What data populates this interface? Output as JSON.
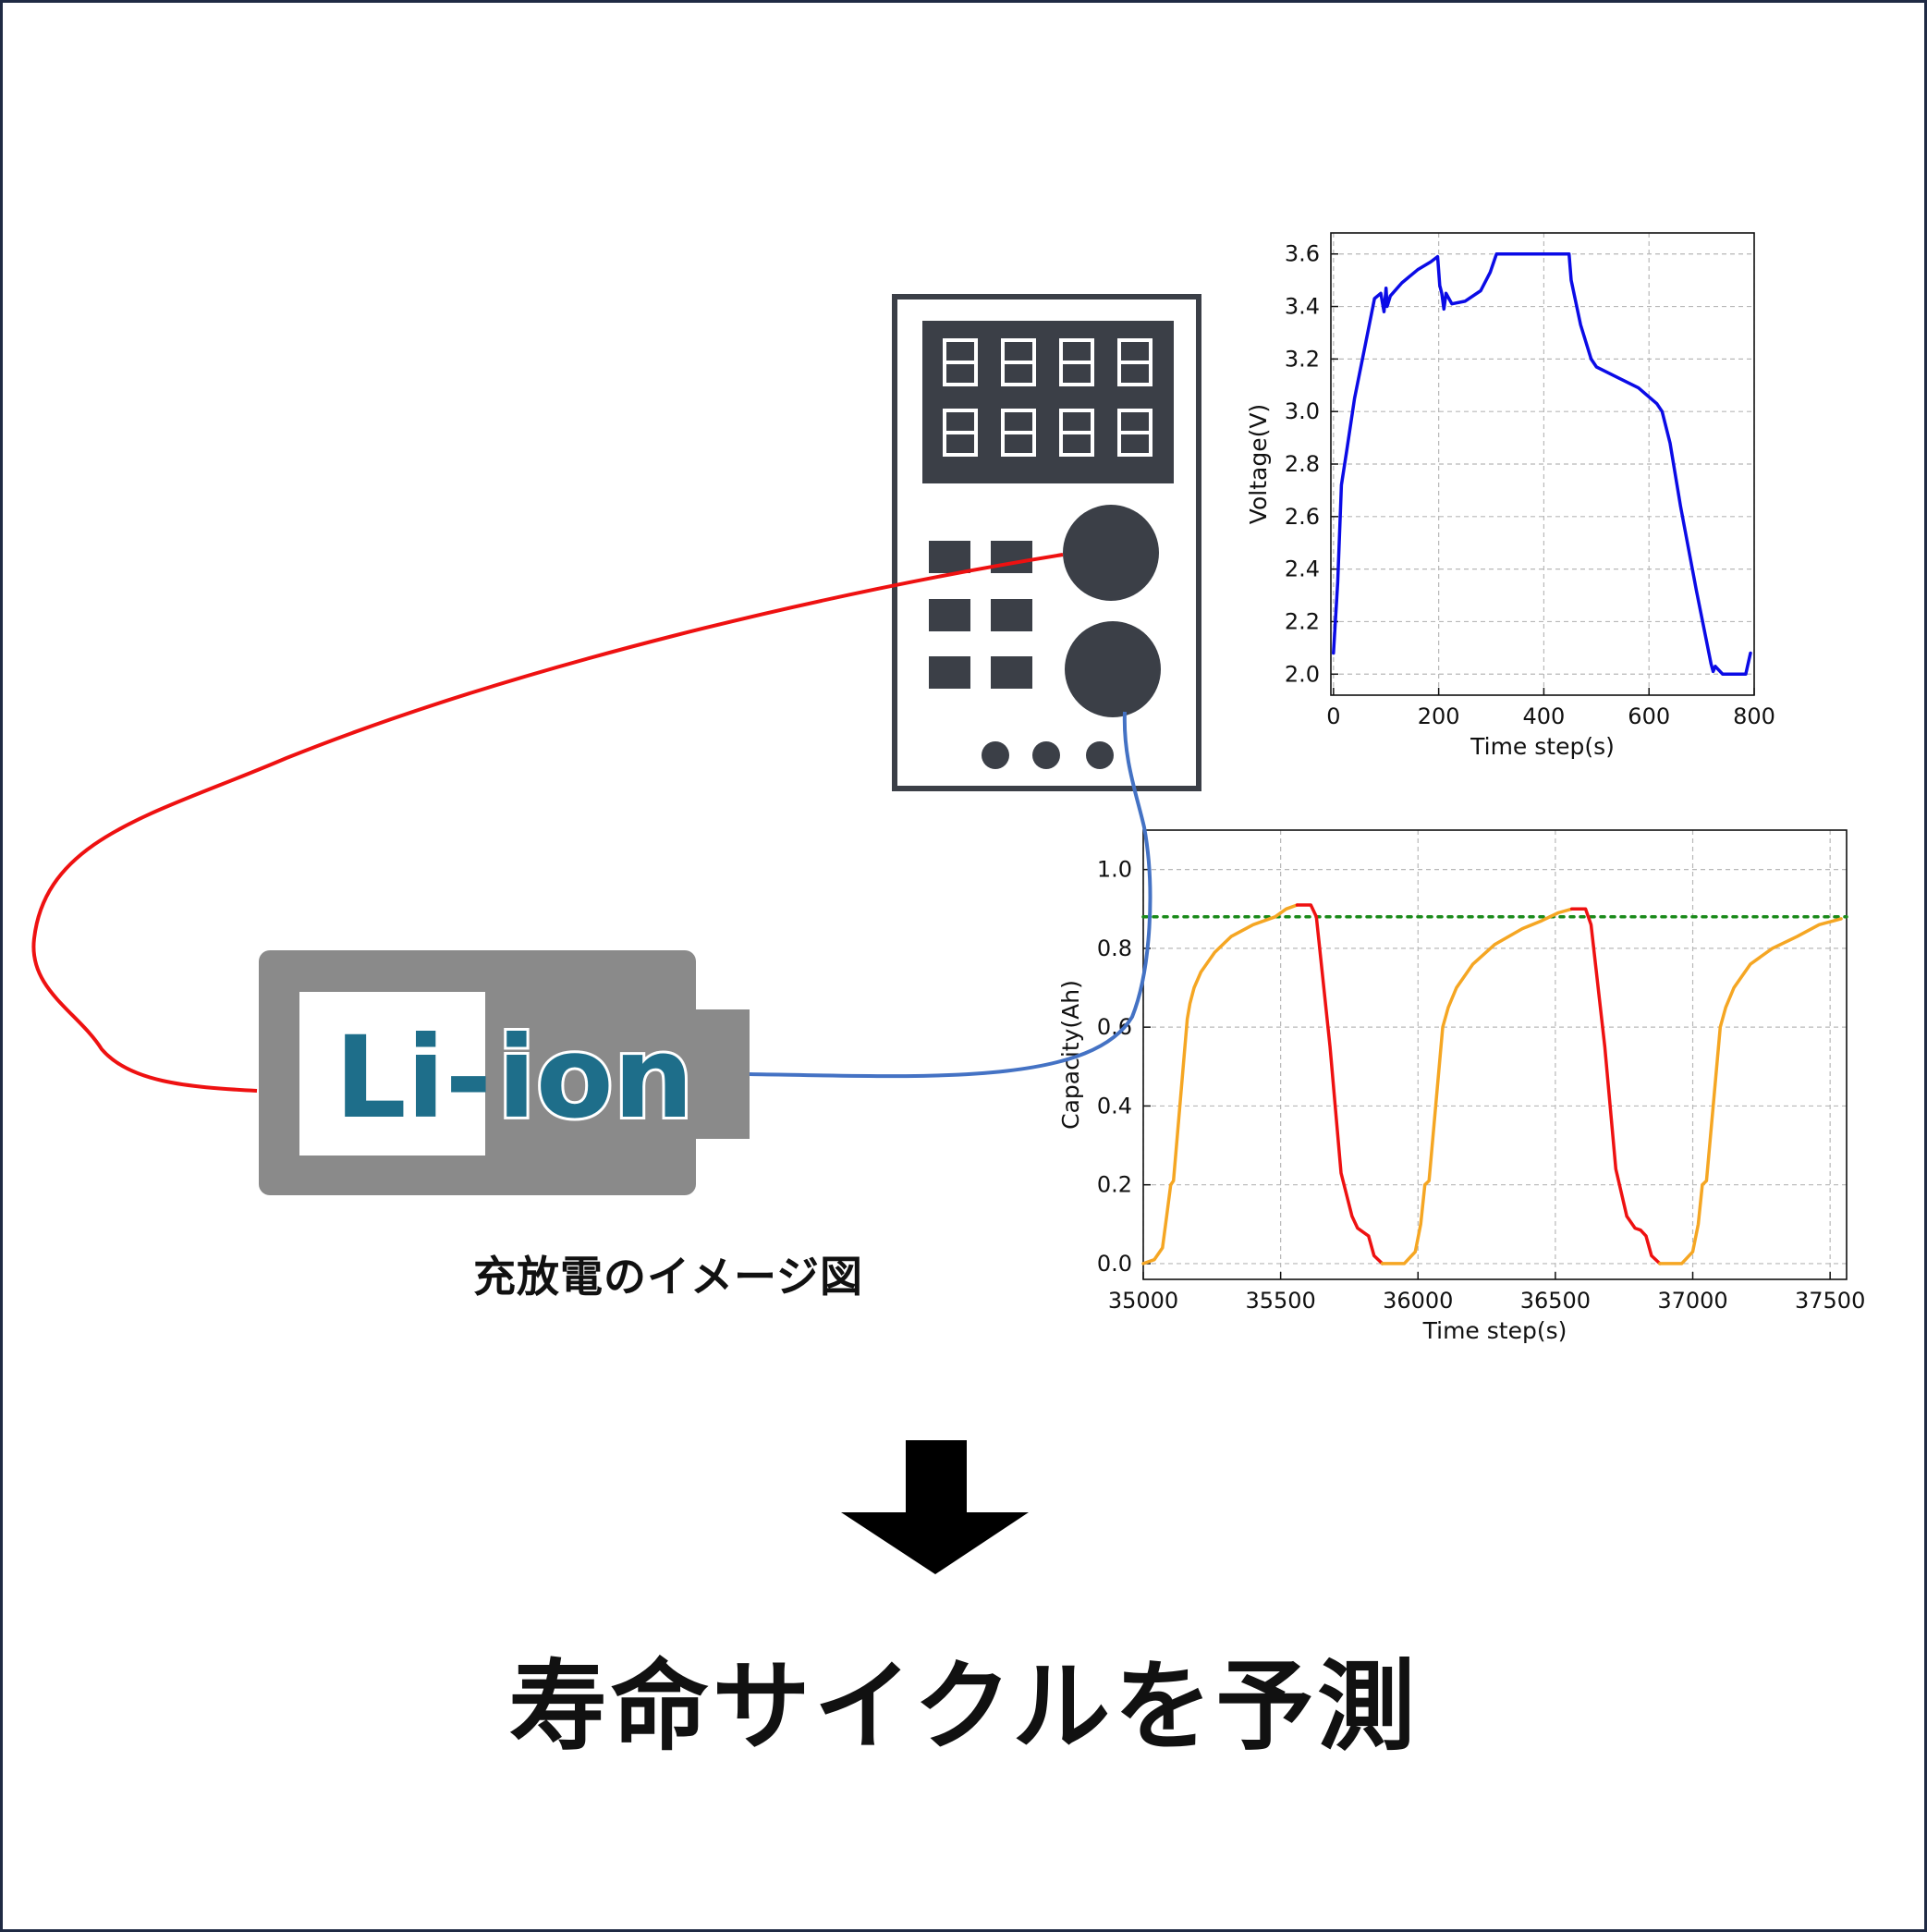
{
  "caption": "充放電のイメージ図",
  "headline": "寿命サイクルを予測",
  "battery": {
    "label_left": "Li-",
    "label_right": "ion"
  },
  "icons": {
    "device": "charger-discharger-icon",
    "battery": "battery-icon",
    "arrow": "arrow-down-icon"
  },
  "colors": {
    "frame": "#1f2a44",
    "device": "#3b3f47",
    "battery": "#8a8a8a",
    "battery_text": "#1e6e8a",
    "red_wire": "#ee1111",
    "blue_wire": "#4472c4",
    "voltage_line": "#0b0be6",
    "charge_line": "#f5a623",
    "discharge_line": "#ee1111",
    "threshold_line": "#1a8a1a"
  },
  "chart_data": [
    {
      "type": "line",
      "xlabel": "Time step(s)",
      "ylabel": "Voltage(V)",
      "xlim": [
        -5,
        800
      ],
      "ylim": [
        1.92,
        3.68
      ],
      "xticks": [
        0,
        200,
        400,
        600,
        800
      ],
      "yticks": [
        2.0,
        2.2,
        2.4,
        2.6,
        2.8,
        3.0,
        3.2,
        3.4,
        3.6
      ],
      "grid": true,
      "series": [
        {
          "color": "#0b0be6",
          "x": [
            0,
            8,
            15,
            25,
            40,
            60,
            78,
            90,
            96,
            100,
            102,
            108,
            130,
            160,
            185,
            198,
            202,
            206,
            210,
            214,
            225,
            250,
            280,
            298,
            310,
            350,
            400,
            440,
            448,
            452,
            470,
            490,
            500,
            540,
            580,
            615,
            625,
            640,
            660,
            690,
            718,
            722,
            726,
            740,
            770,
            784,
            793
          ],
          "y": [
            2.08,
            2.35,
            2.72,
            2.85,
            3.05,
            3.25,
            3.43,
            3.45,
            3.38,
            3.47,
            3.4,
            3.44,
            3.49,
            3.54,
            3.57,
            3.59,
            3.48,
            3.45,
            3.39,
            3.45,
            3.41,
            3.42,
            3.46,
            3.53,
            3.6,
            3.6,
            3.6,
            3.6,
            3.6,
            3.5,
            3.33,
            3.2,
            3.17,
            3.13,
            3.09,
            3.03,
            3.0,
            2.88,
            2.64,
            2.32,
            2.04,
            2.01,
            2.03,
            2.0,
            2.0,
            2.0,
            2.08
          ]
        }
      ]
    },
    {
      "type": "line",
      "xlabel": "Time step(s)",
      "ylabel": "Capacity(Ah)",
      "xlim": [
        35000,
        37560
      ],
      "ylim": [
        -0.04,
        1.1
      ],
      "xticks": [
        35000,
        35500,
        36000,
        36500,
        37000,
        37500
      ],
      "yticks": [
        0.0,
        0.2,
        0.4,
        0.6,
        0.8,
        1.0
      ],
      "grid": true,
      "threshold": 0.88,
      "series": [
        {
          "name": "charge",
          "color": "#f5a623",
          "x": [
            35000,
            35040,
            35070,
            35085,
            35100,
            35110,
            35160,
            35170,
            35185,
            35210,
            35260,
            35320,
            35400,
            35480,
            35520,
            35560
          ],
          "y": [
            0.0,
            0.01,
            0.04,
            0.12,
            0.2,
            0.21,
            0.62,
            0.66,
            0.7,
            0.74,
            0.79,
            0.83,
            0.86,
            0.88,
            0.9,
            0.91
          ]
        },
        {
          "name": "discharge",
          "color": "#ee1111",
          "x": [
            35560,
            35610,
            35630,
            35680,
            35720,
            35760,
            35780,
            35800,
            35820,
            35840,
            35870
          ],
          "y": [
            0.91,
            0.91,
            0.88,
            0.55,
            0.23,
            0.12,
            0.09,
            0.08,
            0.07,
            0.02,
            0.0
          ]
        },
        {
          "name": "charge",
          "color": "#f5a623",
          "x": [
            35870,
            35950,
            35990,
            36010,
            36025,
            36040,
            36090,
            36110,
            36140,
            36200,
            36280,
            36380,
            36450,
            36510,
            36560
          ],
          "y": [
            0.0,
            0.0,
            0.03,
            0.1,
            0.2,
            0.21,
            0.6,
            0.65,
            0.7,
            0.76,
            0.81,
            0.85,
            0.87,
            0.89,
            0.9
          ]
        },
        {
          "name": "discharge",
          "color": "#ee1111",
          "x": [
            36560,
            36610,
            36630,
            36680,
            36720,
            36760,
            36790,
            36810,
            36830,
            36850,
            36880
          ],
          "y": [
            0.9,
            0.9,
            0.86,
            0.55,
            0.24,
            0.12,
            0.09,
            0.085,
            0.07,
            0.02,
            0.0
          ]
        },
        {
          "name": "charge",
          "color": "#f5a623",
          "x": [
            36880,
            36960,
            37000,
            37020,
            37035,
            37050,
            37100,
            37120,
            37150,
            37210,
            37290,
            37380,
            37460,
            37540
          ],
          "y": [
            0.0,
            0.0,
            0.03,
            0.1,
            0.2,
            0.21,
            0.6,
            0.65,
            0.7,
            0.76,
            0.8,
            0.83,
            0.86,
            0.875
          ]
        }
      ]
    }
  ]
}
